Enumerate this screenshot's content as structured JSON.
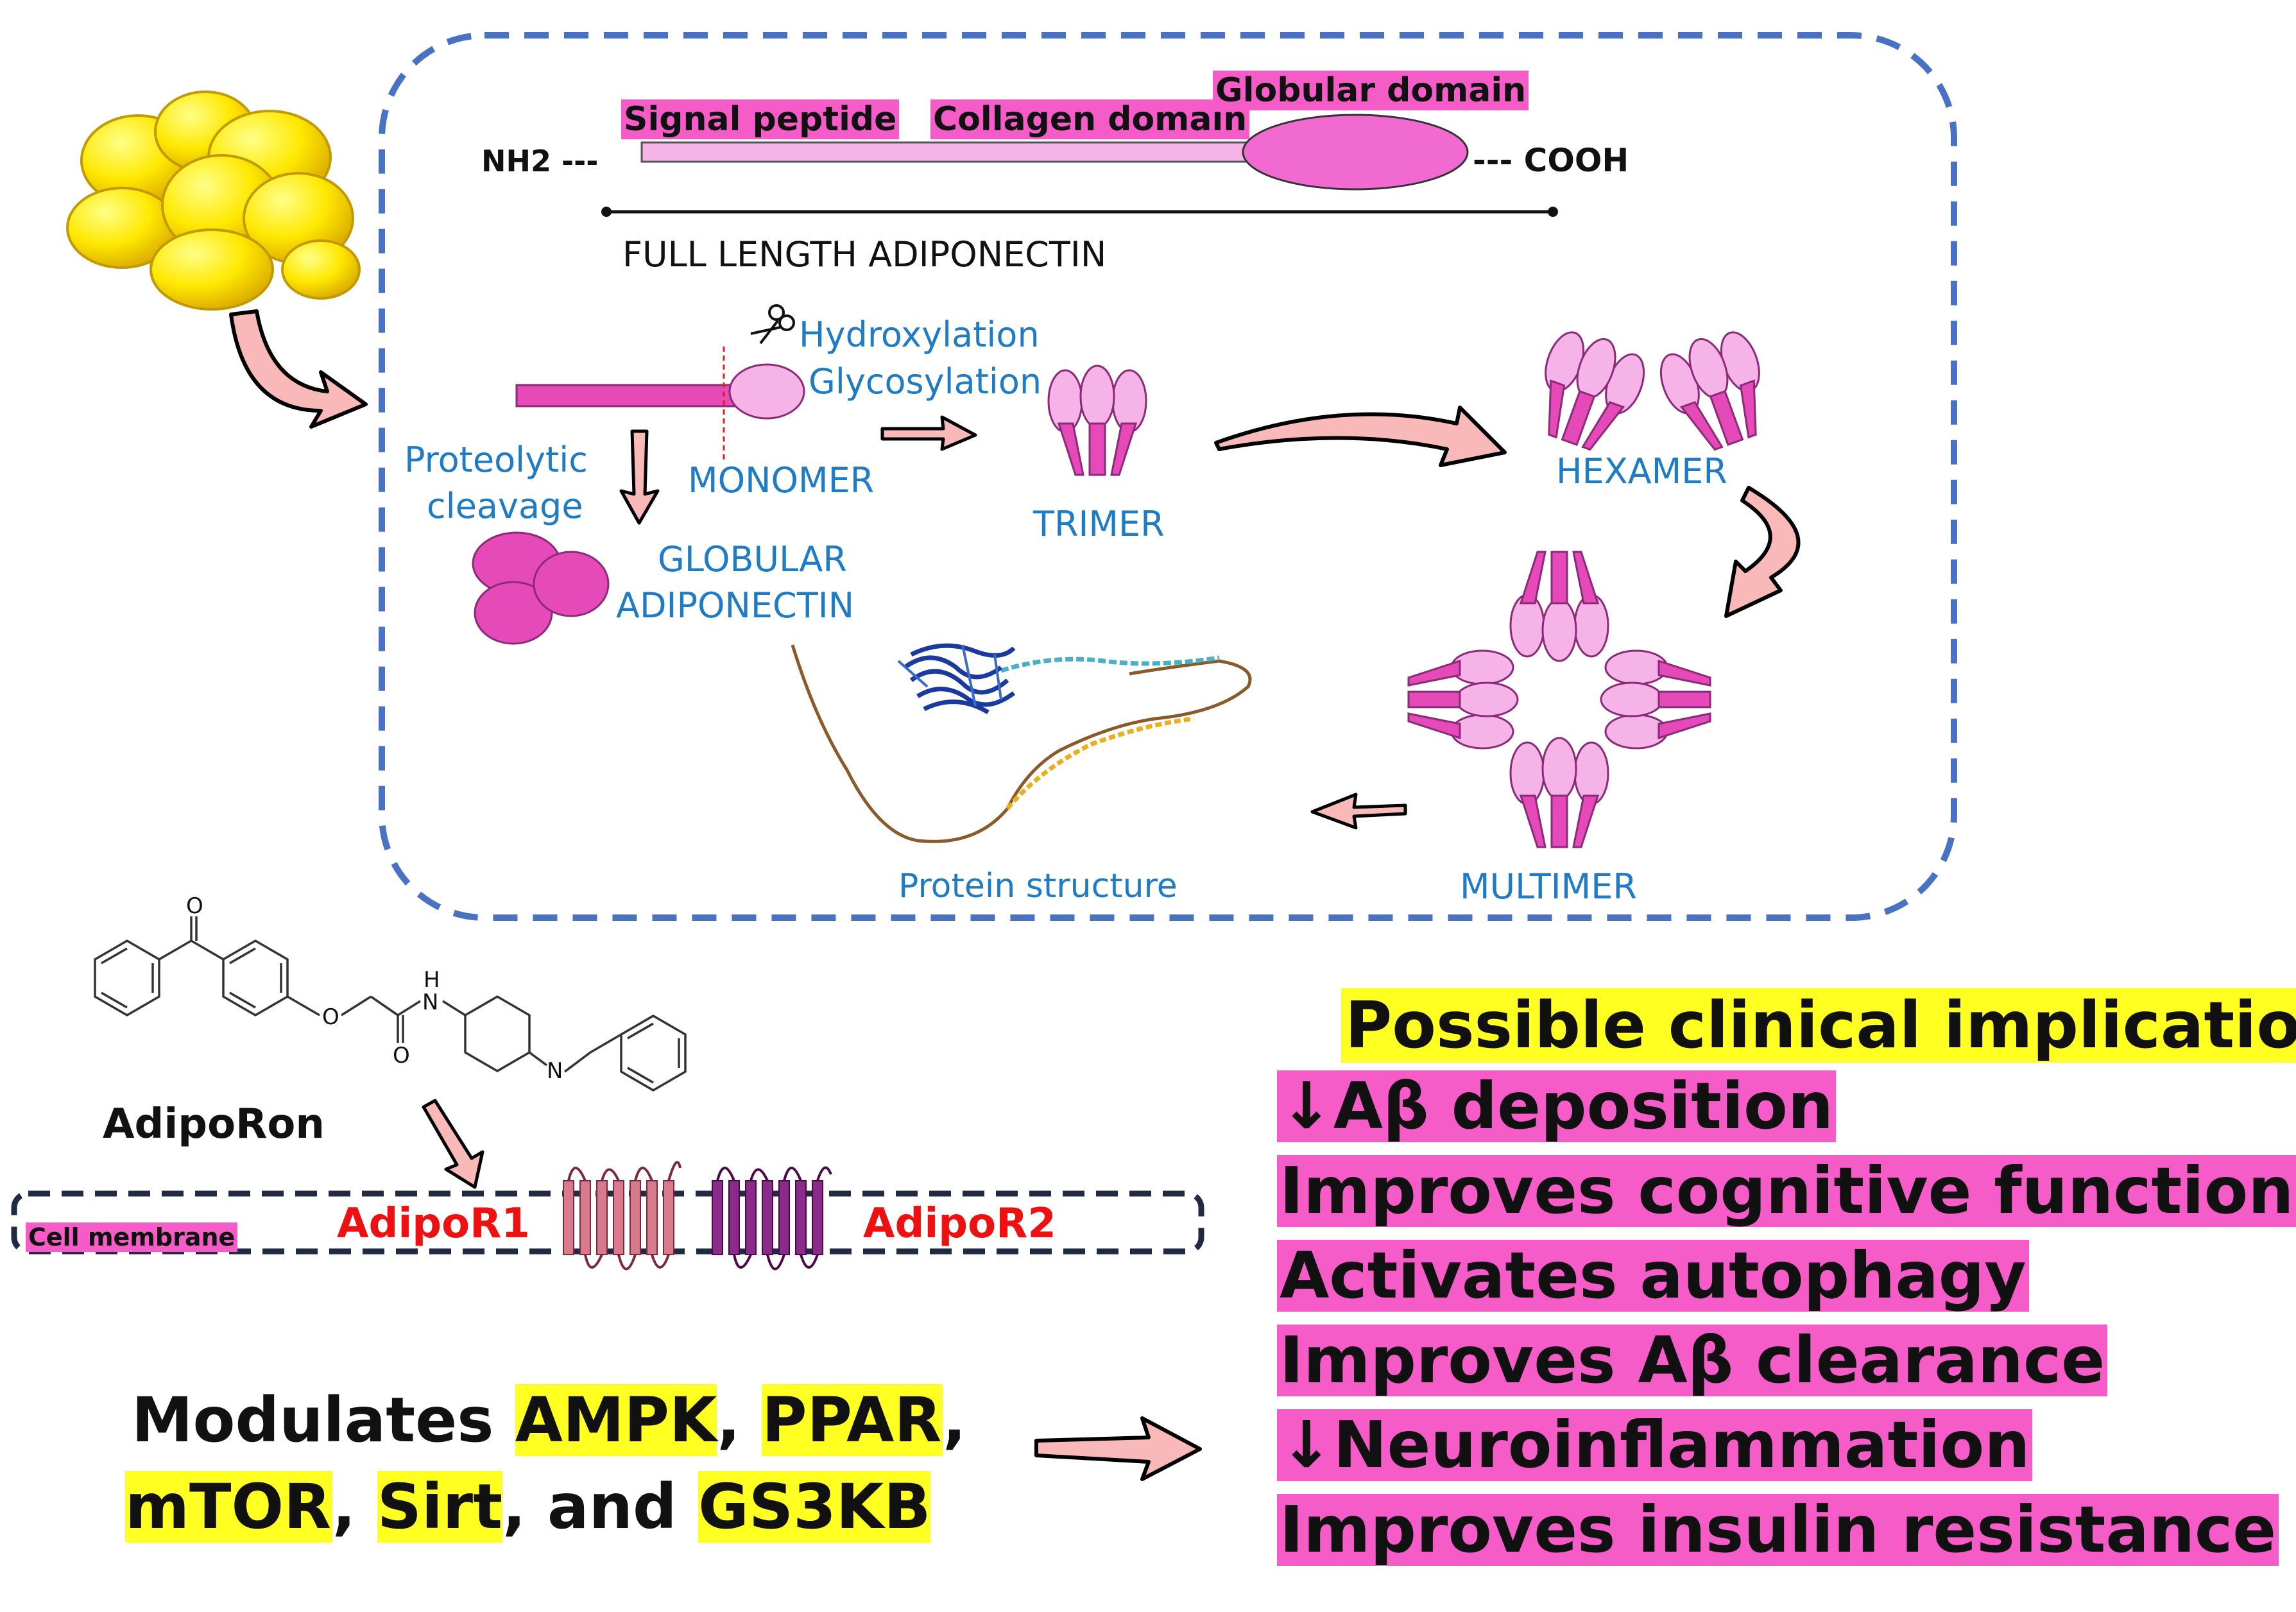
{
  "domain": {
    "top": {
      "nh2": "NH2 ---",
      "cooh": "--- COOH",
      "signal": "Signal peptide",
      "collagen": "Collagen domain",
      "globular": "Globular domain",
      "full_length": "FULL LENGTH ADIPONECTIN"
    }
  },
  "pathway": {
    "hydroxylation": "Hydroxylation",
    "glycosylation": "Glycosylation",
    "proteolytic": "Proteolytic",
    "cleavage": "cleavage",
    "monomer": "MONOMER",
    "trimer": "TRIMER",
    "hexamer": "HEXAMER",
    "globular1": "GLOBULAR",
    "globular2": "ADIPONECTIN",
    "multimer": "MULTIMER",
    "protein_structure": "Protein structure"
  },
  "molecule": {
    "name": "AdipoRon",
    "atom_o1": "O",
    "atom_o2": "O",
    "atom_o3": "O",
    "atom_nh": "N",
    "atom_h": "H",
    "atom_n": "N"
  },
  "membrane": {
    "cell_membrane": "Cell membrane",
    "r1": "AdipoR1",
    "r2": "AdipoR2"
  },
  "modulates": {
    "line1_prefix": "Modulates ",
    "ampk": "AMPK",
    "sep1": ", ",
    "ppar": "PPAR",
    "sep2": ",",
    "mtor": "mTOR",
    "sep3": ", ",
    "sirt": "Sirt",
    "sep4": ", and ",
    "gs3kb": "GS3KB"
  },
  "implications": {
    "heading": "Possible clinical implications",
    "items": [
      "↓Aβ deposition",
      "Improves cognitive function",
      "Activates autophagy",
      "Improves Aβ clearance",
      "↓Neuroinflammation",
      "Improves insulin resistance"
    ]
  },
  "colors": {
    "pink_dark": "#e64ab8",
    "pink_light": "#f5b3e8",
    "pink_highlight": "#f55cc8",
    "yellow_highlight": "#ffff22",
    "box_border": "#4a72c4",
    "label_blue": "#1f7cc4",
    "arrow_fill": "#f9b9b9"
  }
}
